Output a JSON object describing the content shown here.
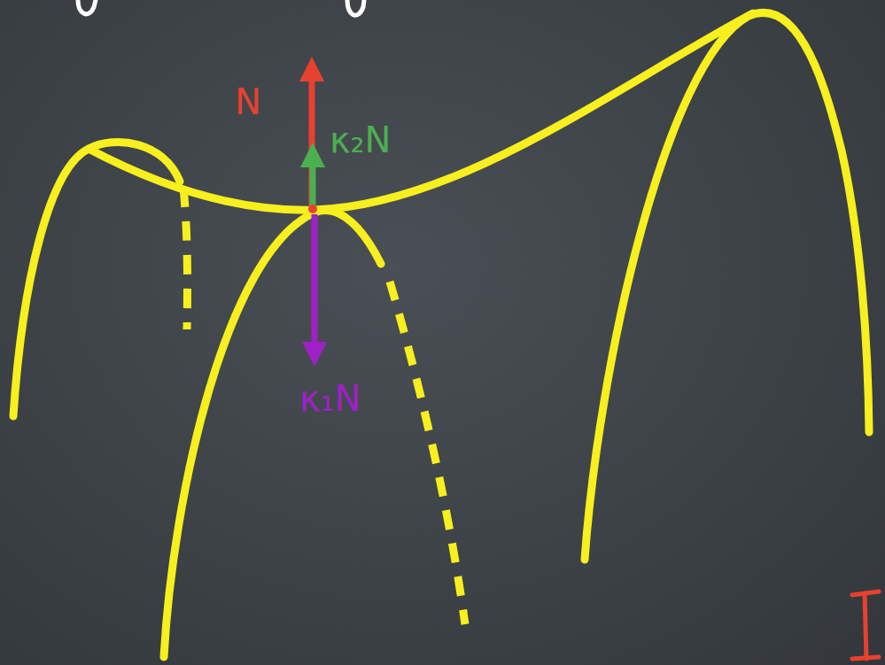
{
  "diagram": {
    "labels": [
      "N",
      "κ₂N",
      "κ₁N"
    ]
  }
}
